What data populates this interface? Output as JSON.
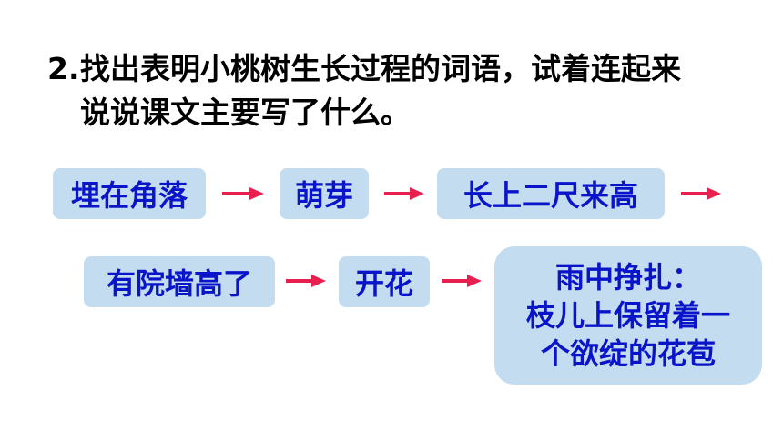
{
  "question": {
    "number": "2.",
    "line1": "找出表明小桃树生长过程的词语，试着连起来",
    "line2": "说说课文主要写了什么。"
  },
  "flow": {
    "step1": "埋在角落",
    "step2": "萌芽",
    "step3": "长上二尺来高",
    "step4": "有院墙高了",
    "step5": "开花",
    "step6_line1": "雨中挣扎：",
    "step6_line2": "枝儿上保留着一",
    "step6_line3": "个欲绽的花苞"
  },
  "colors": {
    "box_fill": "#c4dcef",
    "text": "#0a14c8",
    "arrow": "#e8204f"
  },
  "icons": {
    "arrow": "arrow-right-icon"
  }
}
